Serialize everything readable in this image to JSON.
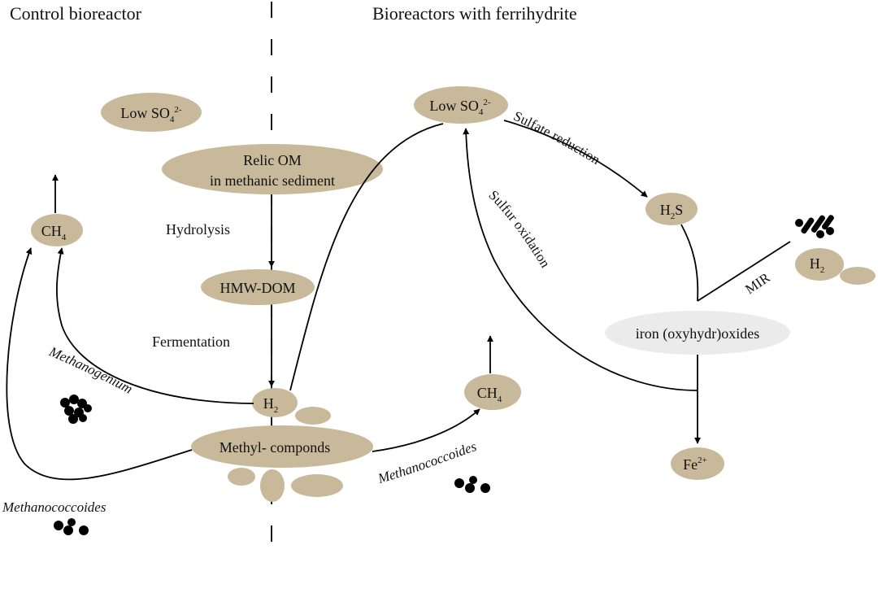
{
  "colors": {
    "ellipse_fill": "#c8b99a",
    "ellipse_light": "#ebebeb",
    "line": "#000000",
    "dot": "#000000"
  },
  "headings": {
    "left": "Control bioreactor",
    "right": "Bioreactors with ferrihydrite"
  },
  "nodes": {
    "low_so4_left": {
      "base": "Low SO",
      "sub": "4",
      "sup": "2-"
    },
    "relic_om": {
      "line1": "Relic OM",
      "line2": "in methanic sediment"
    },
    "hmw_dom": "HMW-DOM",
    "h2_center": {
      "base": "H",
      "sub": "2"
    },
    "methyl": "Methyl- componds",
    "ch4_left": {
      "base": "CH",
      "sub": "4"
    },
    "ch4_mid": {
      "base": "CH",
      "sub": "4"
    },
    "low_so4_right": {
      "base": "Low SO",
      "sub": "4",
      "sup": "2-"
    },
    "h2s": {
      "base": "H",
      "sub": "2",
      "tail": "S"
    },
    "h2_right": {
      "base": "H",
      "sub": "2"
    },
    "iron": "iron (oxyhydr)oxides",
    "fe2": {
      "base": "Fe",
      "sup": "2+"
    }
  },
  "processes": {
    "hydrolysis": "Hydrolysis",
    "fermentation": "Fermentation",
    "sulfate_reduction": "Sulfate reduction",
    "sulfur_oxidation": "Sulfur oxidation",
    "mir": "MIR"
  },
  "organisms": {
    "methanogenium": "Methanogenium",
    "methanococcoides_left": "Methanococcoides",
    "methanococcoides_mid": "Methanococcoides"
  }
}
